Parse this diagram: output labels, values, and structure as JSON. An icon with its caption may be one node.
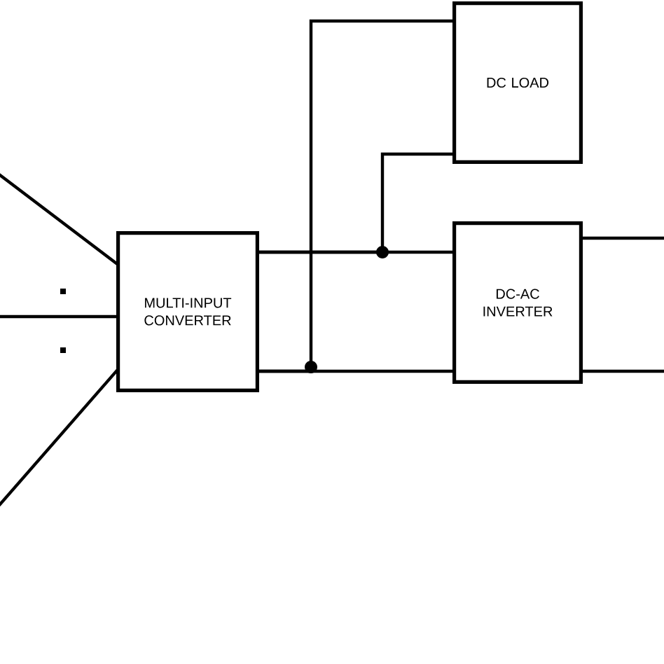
{
  "diagram": {
    "nodes": [
      {
        "text": [
          "MULTI-INPUT CONVERTER"
        ]
      },
      {
        "text": [
          "DC LOAD"
        ]
      },
      {
        "text": [
          "DC-AC INVERTER"
        ]
      }
    ],
    "edges": [
      {
        "from": null,
        "to": 0,
        "arrow": "none"
      },
      {
        "from": null,
        "to": 0,
        "arrow": "none"
      },
      {
        "from": null,
        "to": 0,
        "arrow": "none"
      },
      {
        "from": 0,
        "to": 2,
        "arrow": "none"
      },
      {
        "from": 0,
        "to": 1,
        "arrow": "none"
      },
      {
        "from": 0,
        "to": 2,
        "arrow": "none"
      },
      {
        "from": 0,
        "to": 1,
        "arrow": "none"
      },
      {
        "from": 2,
        "to": null,
        "arrow": "none"
      },
      {
        "from": 2,
        "to": null,
        "arrow": "none"
      }
    ]
  }
}
